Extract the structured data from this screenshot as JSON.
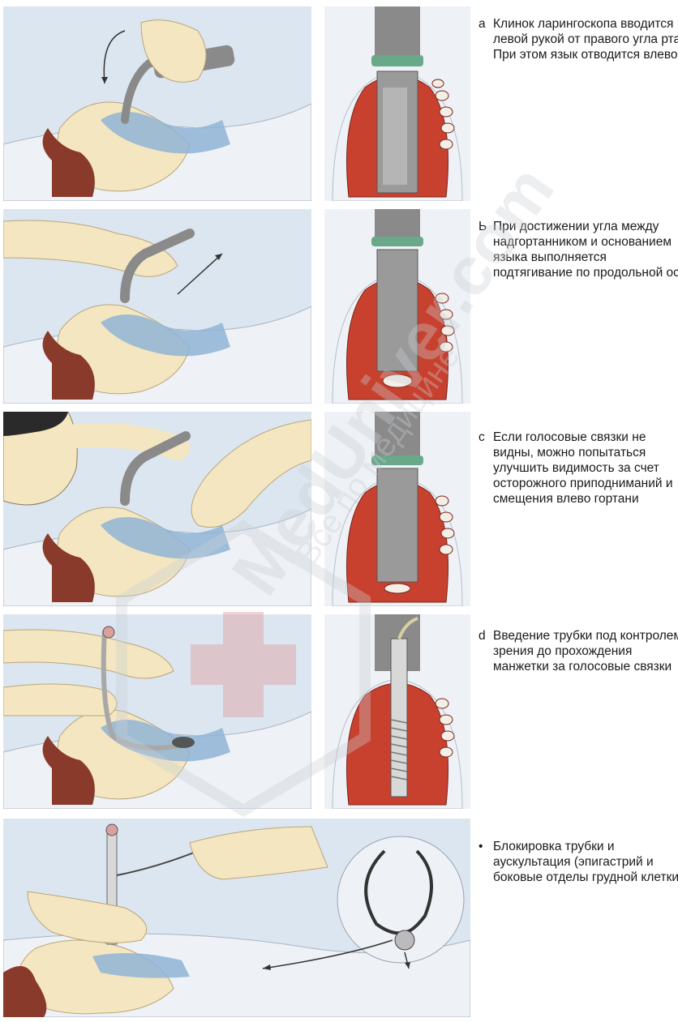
{
  "steps": [
    {
      "marker": "a",
      "text": "Клинок ларингоскопа вводится левой рукой от правого угла рта. При этом язык отводится влево"
    },
    {
      "marker": "Ь",
      "text": "При достижении угла между надгортанником и основанием языка выполняется подтягивание по продольной оси"
    },
    {
      "marker": "с",
      "text": "Если голосовые связки не видны, можно попытаться улучшить видимость за счет осторожного приподниманий и смещения влево гортани"
    },
    {
      "marker": "d",
      "text": "Введение трубки под контролем зрения до прохождения манжетки за голосовые связки"
    },
    {
      "marker": "•",
      "text": "Блокировка трубки и аускультация (эпигастрий и боковые отделы грудной клетки)"
    }
  ],
  "watermark": {
    "brand": "MedUniver.com",
    "slogan": "Все по медицине"
  },
  "colors": {
    "panel_bg": "#dce6f0",
    "sheet": "#eef1f6",
    "skin": "#f4e6c0",
    "hair": "#8a3a2a",
    "airway_blue": "#8fb4d6",
    "scope_gray": "#8a8a8a",
    "tissue_red": "#c8412f",
    "cuff_green": "#6aa88a",
    "watermark": "#c9cdd4"
  }
}
